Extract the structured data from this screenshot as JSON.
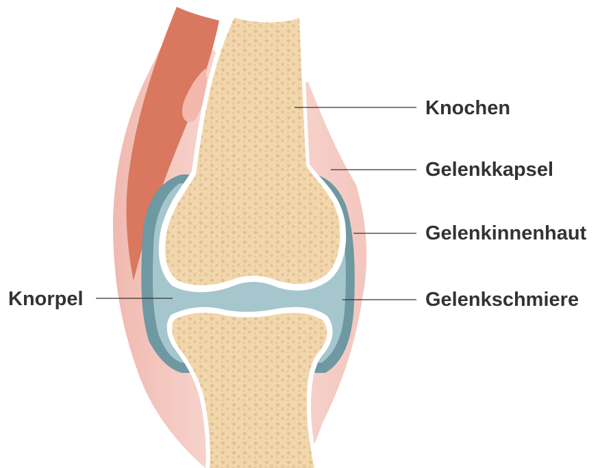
{
  "labels": {
    "knochen": "Knochen",
    "gelenkkapsel": "Gelenkkapsel",
    "gelenkinnenhaut": "Gelenkinnenhaut",
    "gelenkschmiere": "Gelenkschmiere",
    "knorpel": "Knorpel"
  },
  "colors": {
    "bone": "#f2d7ad",
    "bone_pore": "#dcb787",
    "capsule": "#f6cfc8",
    "synovial_membrane": "#6e98a2",
    "synovial_fluid": "#a6c6cd",
    "cartilage": "#ffffff",
    "muscle": "#d9785f",
    "text": "#333333"
  }
}
